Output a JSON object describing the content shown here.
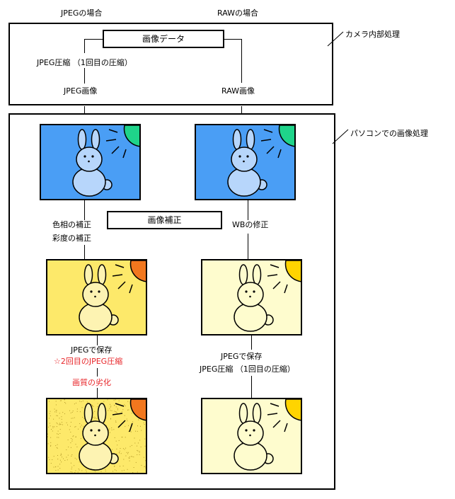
{
  "header": {
    "jpeg_case": "JPEGの場合",
    "raw_case": "RAWの場合"
  },
  "camera": {
    "callout": "カメラ内部処理",
    "image_data": "画像データ",
    "jpeg_compress": "JPEG圧縮 （1回目の圧縮）",
    "jpeg_image": "JPEG画像",
    "raw_image": "RAW画像"
  },
  "pc": {
    "callout": "パソコンでの画像処理",
    "correction": "画像補正",
    "left_steps": [
      "色相の補正",
      "彩度の補正"
    ],
    "right_step": "WBの修正",
    "left_save": "JPEGで保存",
    "left_second": "☆2回目のJPEG圧縮",
    "left_degrade": "画質の劣化",
    "right_save": "JPEGで保存",
    "right_compress": "JPEG圧縮 （1回目の圧縮）"
  },
  "colors": {
    "blue_bg": "#4a9ef5",
    "bunny_blue": "#b7d6fb",
    "sun_green": "#1fd48a",
    "yellow_bg": "#fde96a",
    "bunny_yellow": "#fdf3b2",
    "sun_orange": "#f2771e",
    "cream_bg": "#fefcce",
    "sun_yellow": "#ffd400",
    "text_red": "#e8262a"
  }
}
